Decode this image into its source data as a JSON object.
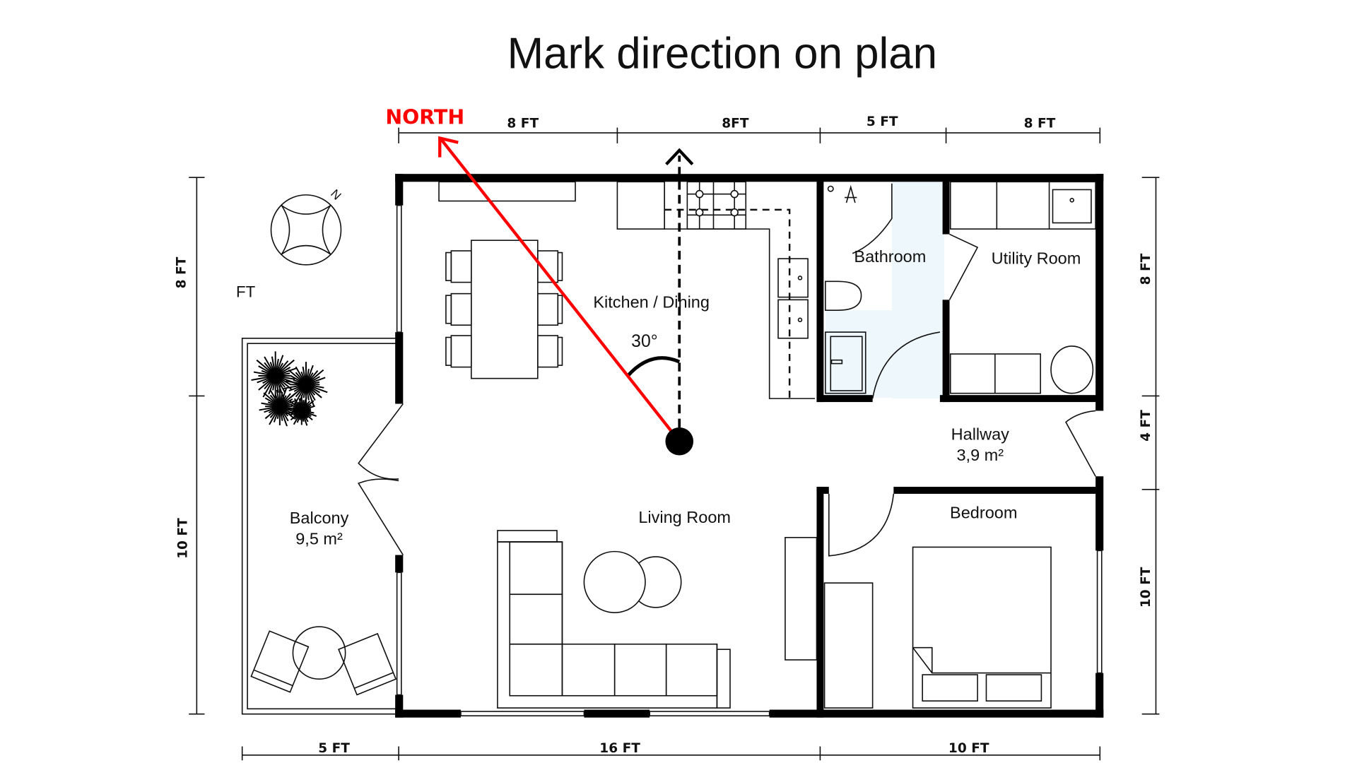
{
  "title": "Mark direction on plan",
  "north_label": "NORTH",
  "angle_label": "30°",
  "compass_letter": "N",
  "stray_label": "FT",
  "dimensions": {
    "top": [
      "8 FT",
      "8FT",
      "5 FT",
      "8 FT"
    ],
    "bottom": [
      "5 FT",
      "16 FT",
      "10 FT"
    ],
    "left": [
      "8 FT",
      "10 FT"
    ],
    "right": [
      "8 FT",
      "4 FT",
      "10 FT"
    ]
  },
  "rooms": {
    "kitchen": "Kitchen / Dining",
    "bathroom": "Bathroom",
    "utility": "Utility Room",
    "hallway": "Hallway",
    "hallway_area": "3,9 m²",
    "bedroom": "Bedroom",
    "living": "Living Room",
    "balcony": "Balcony",
    "balcony_area": "9,5 m²"
  },
  "colors": {
    "north": "#ff0000",
    "bathroom_floor": "#eef7fb"
  }
}
